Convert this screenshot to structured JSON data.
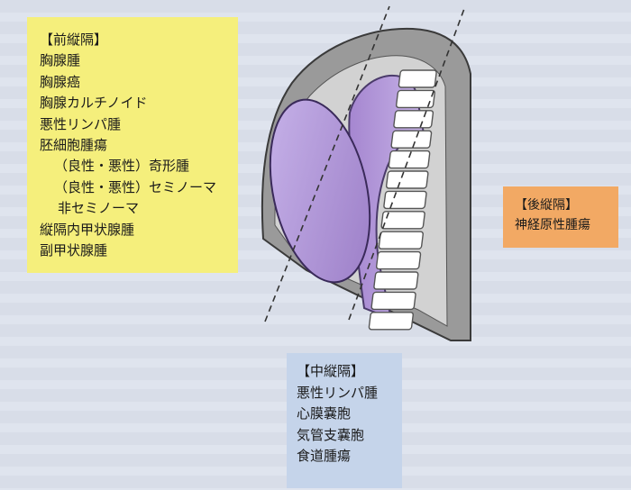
{
  "anterior": {
    "heading": "【前縦隔】",
    "items": [
      "胸腺腫",
      "胸腺癌",
      "胸腺カルチノイド",
      "悪性リンパ腫",
      "胚細胞腫瘍"
    ],
    "sub_items": [
      "（良性・悪性）奇形腫",
      "（良性・悪性）セミノーマ"
    ],
    "sub_sub_items": [
      "非セミノーマ"
    ],
    "tail_items": [
      "縦隔内甲状腺腫",
      "副甲状腺腫"
    ],
    "color": "#f5ef7c"
  },
  "middle": {
    "heading": "【中縦隔】",
    "items": [
      "悪性リンパ腫",
      "心膜嚢胞",
      "気管支嚢胞",
      "食道腫瘍"
    ],
    "color": "#c5d4ea"
  },
  "posterior": {
    "heading": "【後縦隔】",
    "items": [
      "神経原性腫瘍"
    ],
    "color": "#f2a964"
  },
  "colors": {
    "thorax_outer": "#9a9a9a",
    "thorax_inner": "#d2d2d2",
    "heart": "#a88bd2",
    "airway": "#b49ad8",
    "vertebra": "#ffffff"
  }
}
